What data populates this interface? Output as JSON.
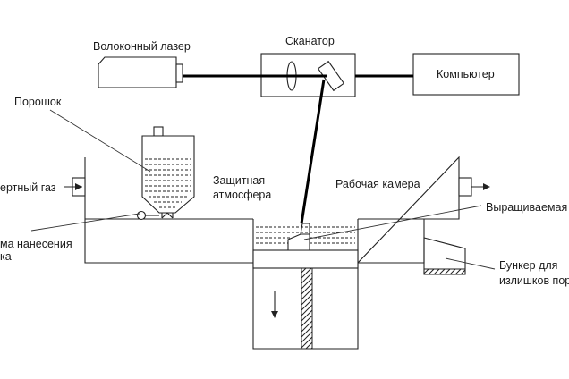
{
  "labels": {
    "laser": "Волоконный лазер",
    "scanner": "Сканатор",
    "computer": "Компьютер",
    "powder": "Порошок",
    "inert_gas": "ертный газ",
    "protective_atmosphere_1": "Защитная",
    "protective_atmosphere_2": "атмосфера",
    "working_chamber": "Рабочая камера",
    "grown_part": "Выращиваемая д",
    "recoater_1": "ма нанесения",
    "recoater_2": "ка",
    "overflow_bin_1": "Бункер для",
    "overflow_bin_2": "излишков пор"
  }
}
